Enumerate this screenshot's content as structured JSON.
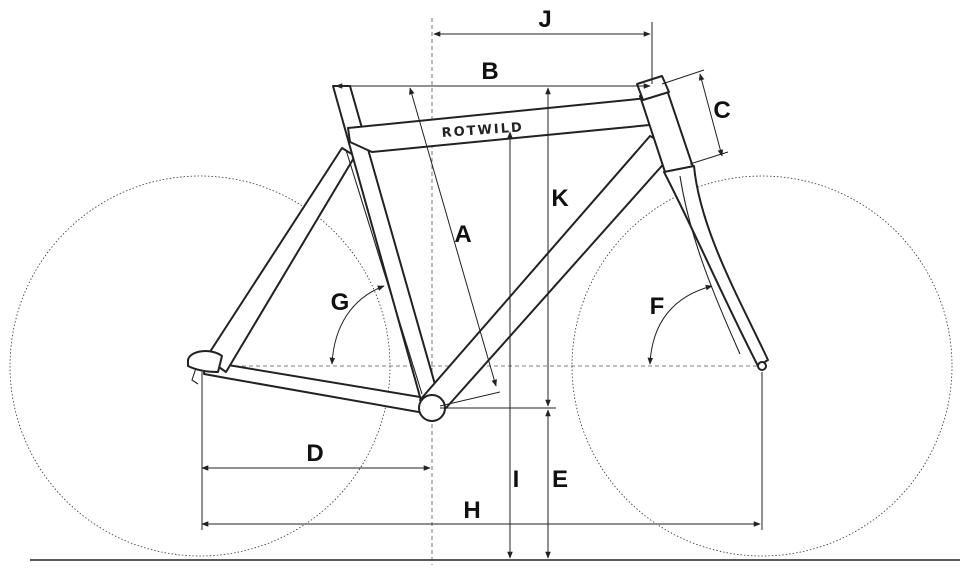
{
  "brand": "ROTWILD",
  "labels": {
    "A": "A",
    "B": "B",
    "C": "C",
    "D": "D",
    "E": "E",
    "F": "F",
    "G": "G",
    "H": "H",
    "I": "I",
    "J": "J",
    "K": "K"
  },
  "colors": {
    "line": "#222222",
    "background": "#ffffff"
  }
}
